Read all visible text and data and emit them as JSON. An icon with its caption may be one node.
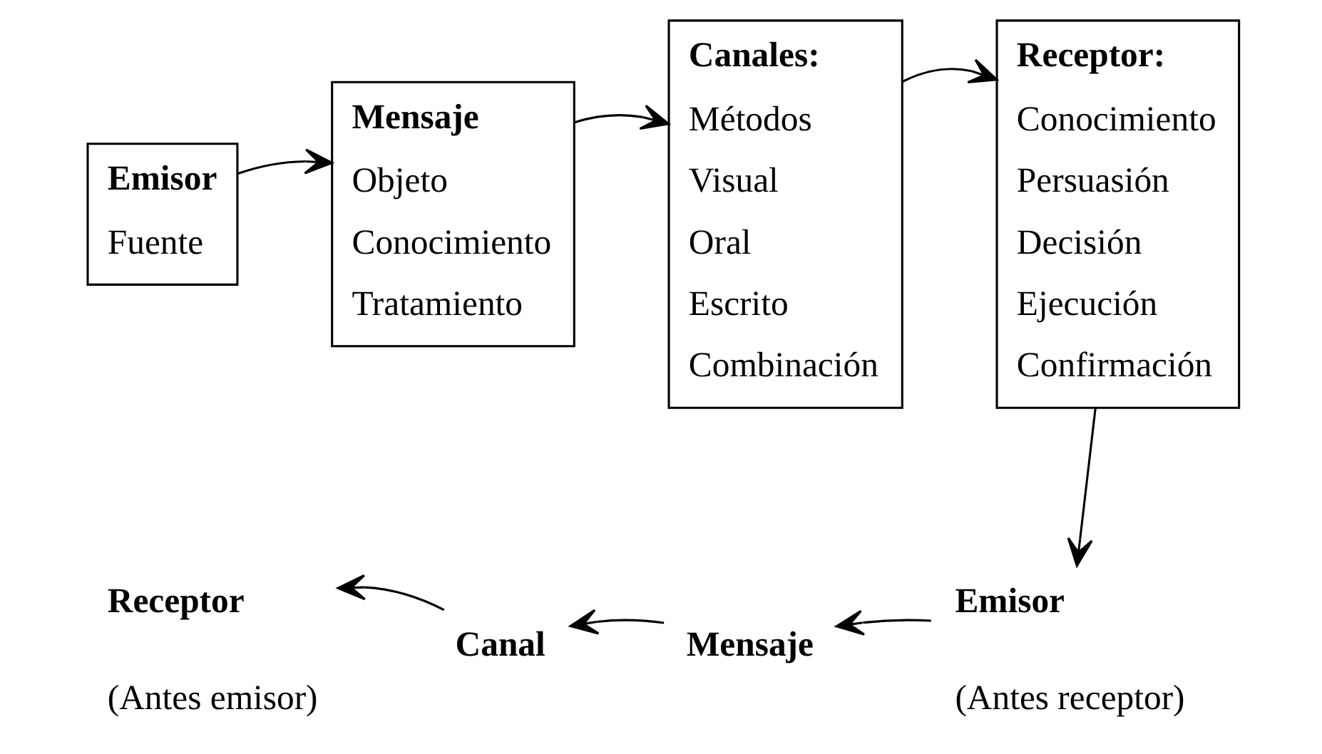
{
  "diagram": {
    "nodes": [
      {
        "text": [
          "Emisor",
          "Fuente"
        ]
      },
      {
        "text": [
          "Mensaje",
          "Objeto",
          "Conocimiento",
          "Tratamiento"
        ]
      },
      {
        "text": [
          "Canales:",
          "Métodos",
          "Visual",
          "Oral",
          "Escrito",
          "Combinación"
        ]
      },
      {
        "text": [
          "Receptor:",
          "Conocimiento",
          "Persuasión",
          "Decisión",
          "Ejecución",
          "Confirmación"
        ]
      },
      {
        "text": [
          "Receptor"
        ],
        "beside": [
          "(Antes emisor)"
        ]
      },
      {
        "text": [
          "Canal"
        ]
      },
      {
        "text": [
          "Mensaje"
        ]
      },
      {
        "text": [
          "Emisor"
        ],
        "beside": [
          "(Antes receptor)"
        ]
      }
    ],
    "edges": [
      {
        "from": 0,
        "to": 1,
        "arrow": "to"
      },
      {
        "from": 1,
        "to": 2,
        "arrow": "to"
      },
      {
        "from": 2,
        "to": 3,
        "arrow": "to"
      },
      {
        "from": 3,
        "to": 7,
        "arrow": "to"
      },
      {
        "from": 7,
        "to": 6,
        "arrow": "to"
      },
      {
        "from": 6,
        "to": 5,
        "arrow": "to"
      },
      {
        "from": 5,
        "to": 4,
        "arrow": "to"
      }
    ]
  }
}
